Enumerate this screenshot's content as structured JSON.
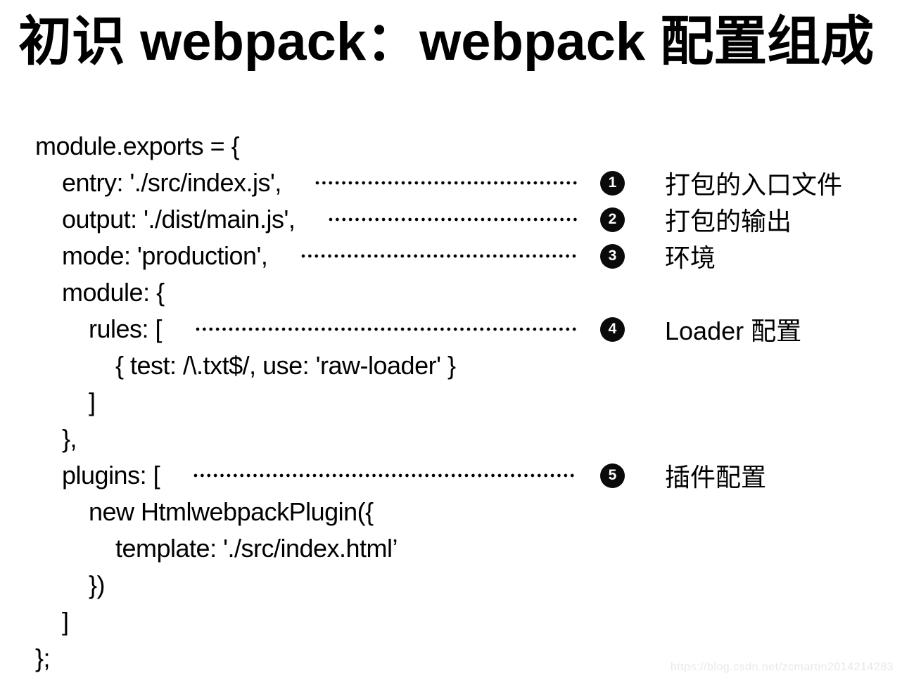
{
  "title": "初识 webpack：webpack 配置组成",
  "code_block": {
    "lines": [
      {
        "text": "module.exports = {",
        "indent": 0
      },
      {
        "text": "entry: './src/index.js',",
        "indent": 1
      },
      {
        "text": "output: './dist/main.js',",
        "indent": 1
      },
      {
        "text": "mode: 'production',",
        "indent": 1
      },
      {
        "text": "module: {",
        "indent": 1
      },
      {
        "text": "rules: [",
        "indent": 2
      },
      {
        "text": "{ test: /\\.txt$/, use: 'raw-loader' }",
        "indent": 3
      },
      {
        "text": "]",
        "indent": 2
      },
      {
        "text": "},",
        "indent": 1
      },
      {
        "text": "plugins: [",
        "indent": 1
      },
      {
        "text": "new HtmlwebpackPlugin({",
        "indent": 2
      },
      {
        "text": "template: './src/index.html’",
        "indent": 3
      },
      {
        "text": "})",
        "indent": 2
      },
      {
        "text": "]",
        "indent": 1
      },
      {
        "text": "};",
        "indent": 0
      }
    ]
  },
  "annotations": [
    {
      "number": "1",
      "label": "打包的入口文件",
      "attached_line": 1
    },
    {
      "number": "2",
      "label": "打包的输出",
      "attached_line": 2
    },
    {
      "number": "3",
      "label": "环境",
      "attached_line": 3
    },
    {
      "number": "4",
      "label": "Loader 配置",
      "attached_line": 5
    },
    {
      "number": "5",
      "label": "插件配置",
      "attached_line": 9
    }
  ],
  "watermark": "https://blog.csdn.net/zcmartin2014214283",
  "colors": {
    "text": "#000000",
    "background": "#ffffff",
    "badge_bg": "#0a0a0a",
    "badge_text": "#ffffff",
    "watermark_text": "#e8e8e8"
  }
}
